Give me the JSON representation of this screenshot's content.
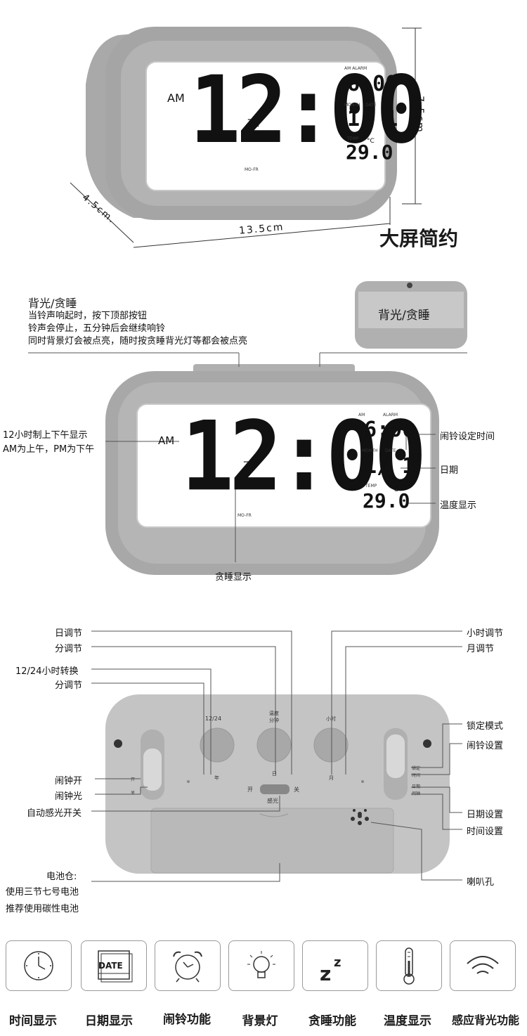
{
  "section1": {
    "display": {
      "ampm": "AM",
      "time": "12:00",
      "alarm_label": "AM  ALARM",
      "alarm_time": "6:00",
      "month_label": "MONTH",
      "date_label": "DATE",
      "date_value": "1/ 1",
      "temp_label": "TEMP",
      "temp_value": "29.0",
      "temp_unit": "°C",
      "snooze": "Zz",
      "weekdays": "MO-FR"
    },
    "dim_depth": "4.5cm.",
    "dim_width": "13.5cm",
    "dim_height": "7.5cm",
    "tagline": "大屏简约"
  },
  "section2": {
    "title": "背光/贪睡",
    "desc_lines": [
      "当铃声响起时，按下顶部按钮",
      "铃声会停止，五分钟后会继续响铃",
      "同时背景灯会被点亮，随时按贪睡背光灯等都会被点亮"
    ],
    "top_button_label": "背光/贪睡",
    "display": {
      "ampm": "AM",
      "time": "12:00",
      "alarm_label_am": "AM",
      "alarm_label": "ALARM",
      "alarm_time": "6:00",
      "month_label": "MONTH",
      "date_label": "DATE",
      "date_value": "1/ 1",
      "temp_label": "TEMP",
      "temp_value": "29.0",
      "temp_unit": "°C",
      "snooze": "Zz",
      "weekdays": "MO-FR"
    },
    "left_note_1": "12小时制上下午显示",
    "left_note_2": "AM为上午，PM为下午",
    "right_alarm": "闹铃设定时间",
    "right_date": "日期",
    "right_temp": "温度显示",
    "bottom_snooze": "贪睡显示"
  },
  "section3": {
    "left_labels": [
      "日调节",
      "分调节",
      "12/24小时转换",
      "分调节"
    ],
    "right_labels": [
      "小时调节",
      "月调节"
    ],
    "switch_left_labels": [
      "闹钟开",
      "闹钟光",
      "自动感光开关"
    ],
    "switch_right_labels": [
      "锁定模式",
      "闹铃设置",
      "日期设置",
      "时间设置"
    ],
    "battery_labels": [
      "电池仓:",
      "使用三节七号电池",
      "推荐使用碳性电池"
    ],
    "speaker_label": "喇叭孔",
    "back_text": {
      "b1_top": "12/24",
      "b1_bottom": "年",
      "b2_top_1": "温度",
      "b2_top_2": "分钟",
      "b2_bottom": "日",
      "b3_top": "小时",
      "b3_bottom": "月",
      "light_on": "开",
      "light_off": "关",
      "light_label": "感光",
      "left_on": "开",
      "left_off": "关",
      "mode_1": "锁定",
      "mode_2": "时间",
      "mode_3": "日期",
      "mode_4": "闹钟"
    }
  },
  "features": [
    {
      "icon": "clock-icon",
      "label": "时间显示"
    },
    {
      "icon": "date-icon",
      "label": "日期显示",
      "icon_text": "DATE"
    },
    {
      "icon": "alarm-bell-icon",
      "label": "闹铃功能"
    },
    {
      "icon": "lightbulb-icon",
      "label": "背景灯"
    },
    {
      "icon": "snooze-icon",
      "label": "贪睡功能"
    },
    {
      "icon": "thermometer-icon",
      "label": "温度显示"
    },
    {
      "icon": "wifi-sense-icon",
      "label": "感应背光功能"
    }
  ]
}
